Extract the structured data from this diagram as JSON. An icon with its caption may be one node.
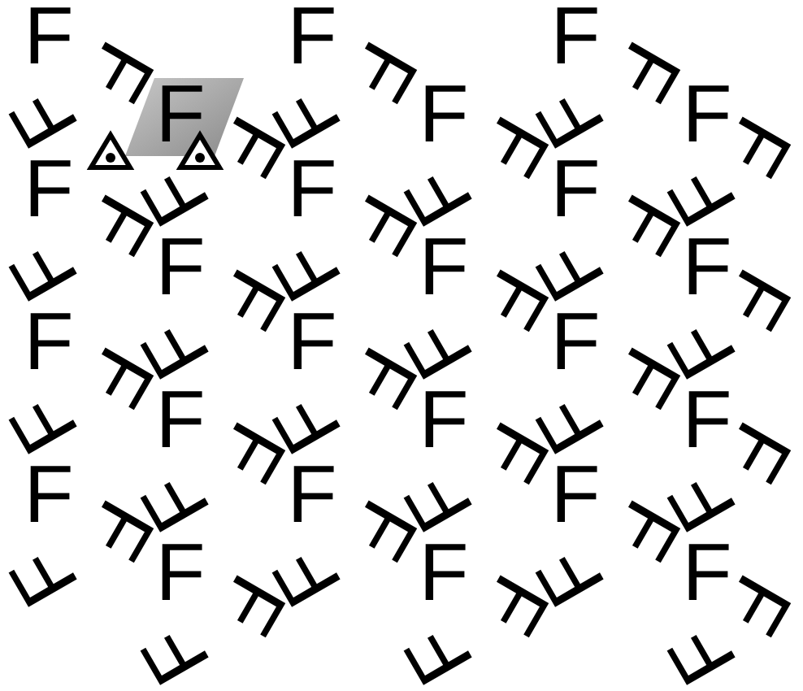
{
  "diagram": {
    "labels": [
      "F",
      "F",
      "F",
      "F",
      "F",
      "F",
      "F",
      "F",
      "F",
      "F",
      "F",
      "F",
      "F",
      "F",
      "F",
      "F",
      "F",
      "F",
      "F",
      "F",
      "F",
      "F",
      "F",
      "F",
      "F",
      "F",
      "F",
      "F",
      "F",
      "F",
      "F",
      "F",
      "F",
      "F",
      "F",
      "F",
      "F",
      "F",
      "F",
      "F",
      "F",
      "F",
      "F",
      "F",
      "F",
      "F",
      "F",
      "F",
      "F",
      "F",
      "F",
      "F",
      "F",
      "F",
      "F",
      "F",
      "F",
      "F",
      "F",
      "F",
      "F",
      "F",
      "F",
      "F",
      "F",
      "F",
      "F",
      "F",
      "F",
      "F",
      "F",
      "F"
    ]
  }
}
